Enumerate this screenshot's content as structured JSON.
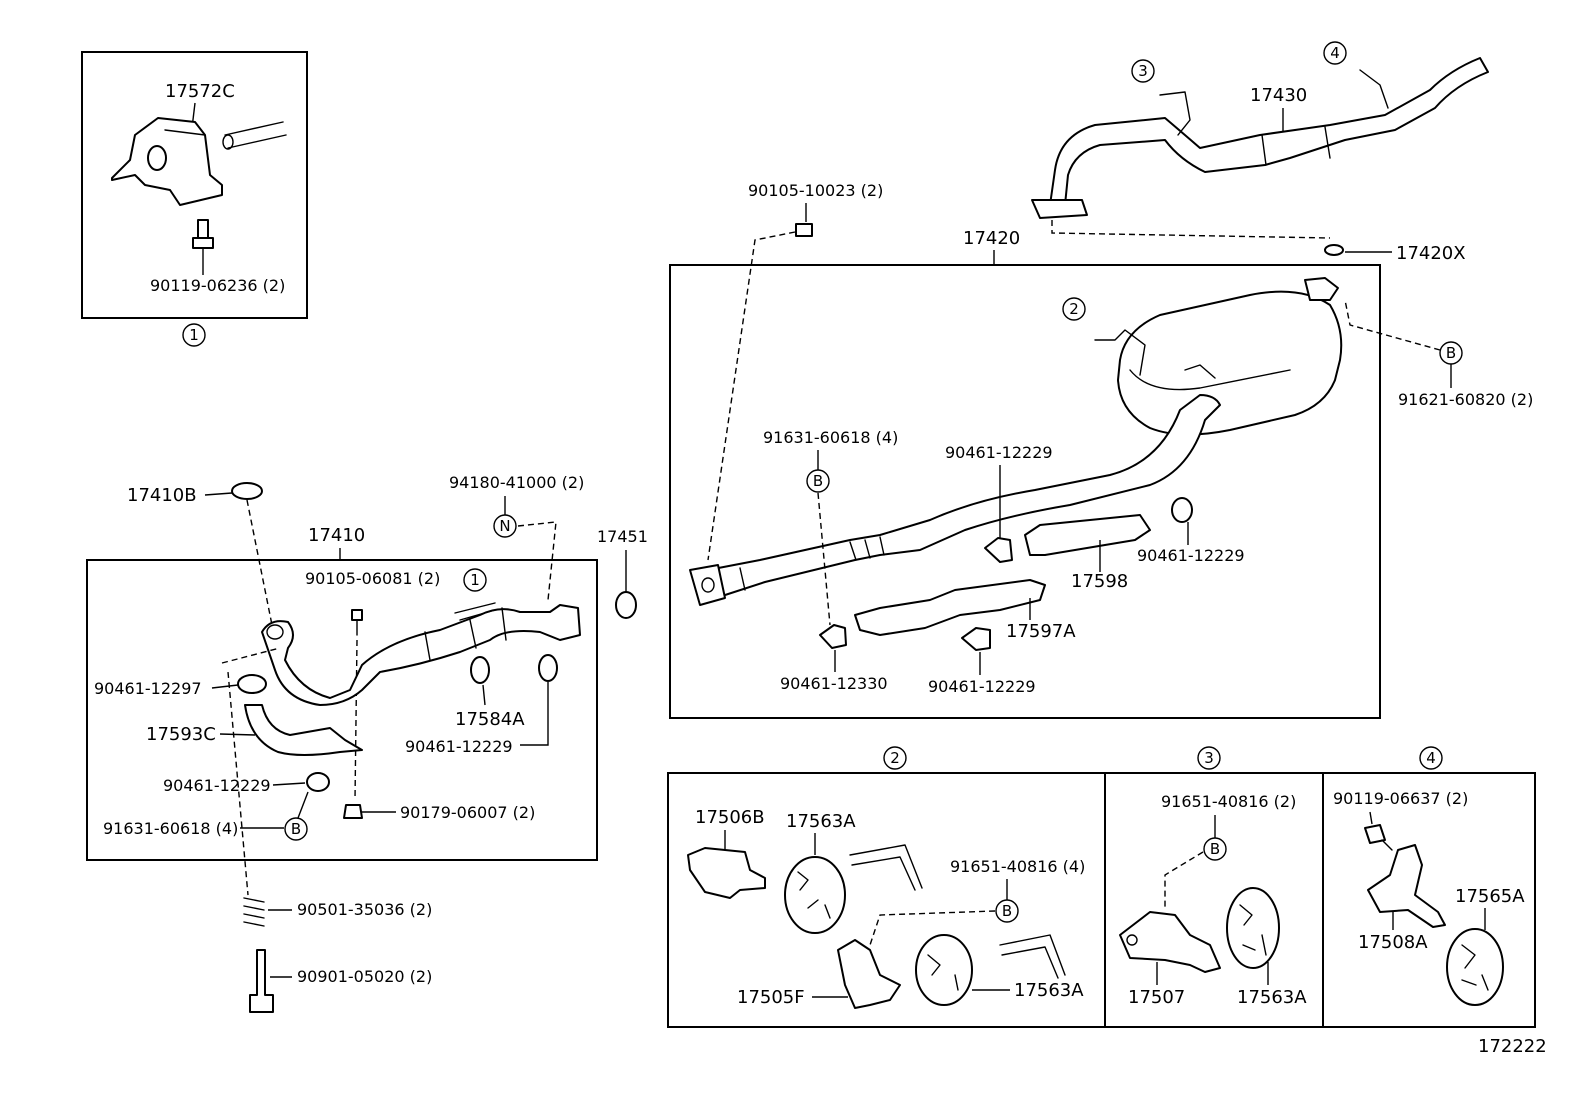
{
  "diagram": {
    "code": "172222",
    "labels": {
      "p17572C": "17572C",
      "p90119_06236": "90119-06236 (2)",
      "inset1_num": "1",
      "p17410B": "17410B",
      "p17410": "17410",
      "p94180_41000": "94180-41000 (2)",
      "ref_N": "N",
      "p90105_06081": "90105-06081 (2)",
      "group1_num": "1",
      "p17451": "17451",
      "p90461_12297": "90461-12297",
      "p17593C": "17593C",
      "p17584A": "17584A",
      "p90461_12229_a": "90461-12229",
      "p90461_12229_b": "90461-12229",
      "p91631_60618_a": "91631-60618 (4)",
      "ref_B_a": "B",
      "p90179_06007": "90179-06007 (2)",
      "p90501_35036": "90501-35036 (2)",
      "p90901_05020": "90901-05020 (2)",
      "callout3": "3",
      "callout4": "4",
      "p17430": "17430",
      "p90105_10023": "90105-10023 (2)",
      "p17420": "17420",
      "p17420X": "17420X",
      "callout2": "2",
      "ref_B_b": "B",
      "p91621_60820": "91621-60820 (2)",
      "p91631_60618_b": "91631-60618 (4)",
      "ref_B_c": "B",
      "p90461_12229_c": "90461-12229",
      "p90461_12229_d": "90461-12229",
      "p17598": "17598",
      "p17597A": "17597A",
      "p90461_12330": "90461-12330",
      "p90461_12229_e": "90461-12229",
      "group2_num": "2",
      "group3_num": "3",
      "group4_num": "4",
      "p17506B": "17506B",
      "p17563A_a": "17563A",
      "p91651_40816_a": "91651-40816 (4)",
      "ref_B_d": "B",
      "p17505F": "17505F",
      "p17563A_b": "17563A",
      "p91651_40816_b": "91651-40816 (2)",
      "ref_B_e": "B",
      "p17507": "17507",
      "p17563A_c": "17563A",
      "p90119_06637": "90119-06637 (2)",
      "p17565A": "17565A",
      "p17508A": "17508A"
    }
  }
}
